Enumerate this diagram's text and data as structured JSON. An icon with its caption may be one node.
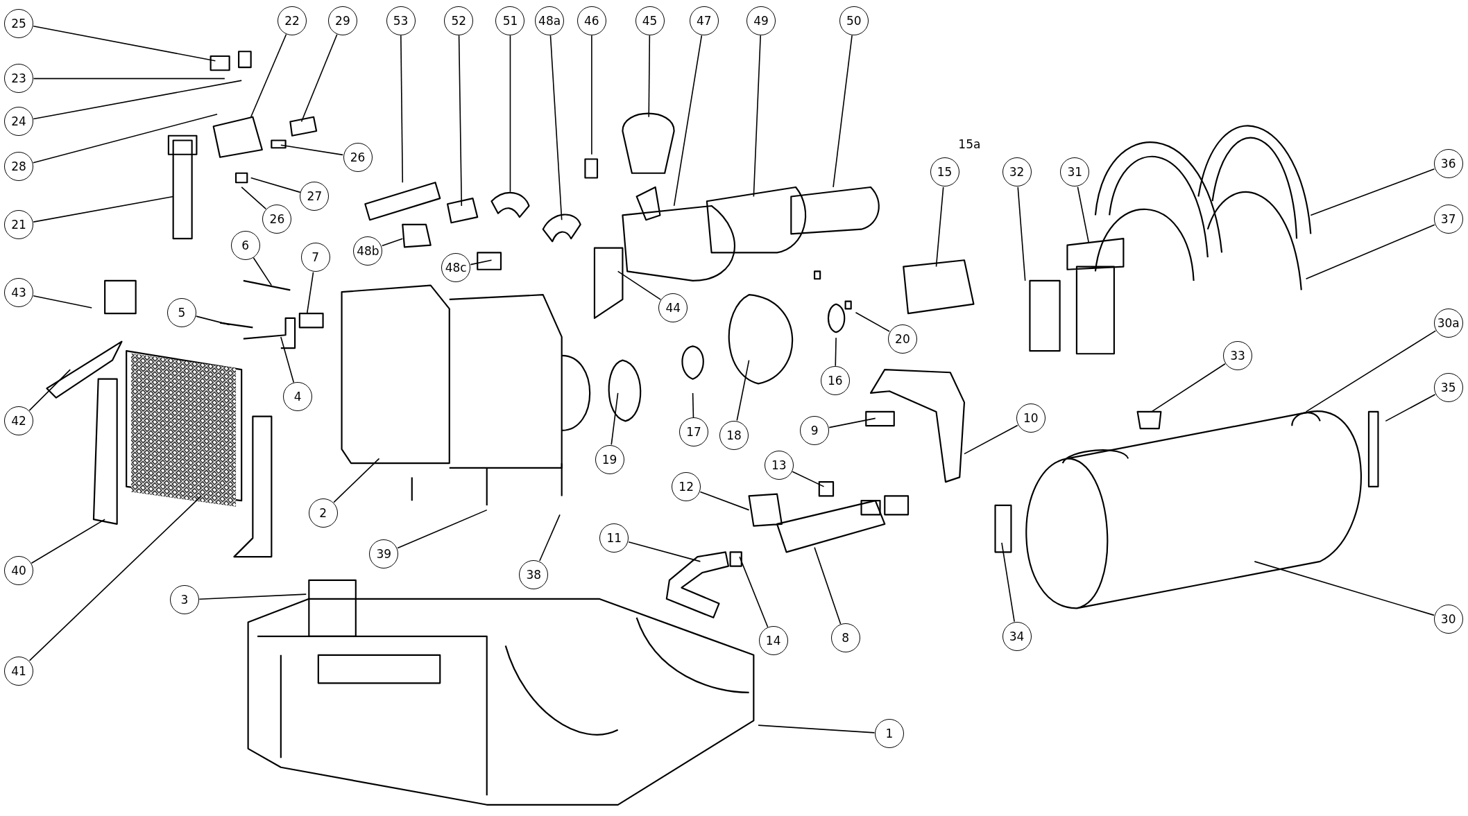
{
  "diagram": {
    "nodes": [
      {
        "text": [
          "25"
        ]
      },
      {
        "text": [
          "23"
        ]
      },
      {
        "text": [
          "24"
        ]
      },
      {
        "text": [
          "22"
        ]
      },
      {
        "text": [
          "29"
        ]
      },
      {
        "text": [
          "28"
        ]
      },
      {
        "text": [
          "26"
        ]
      },
      {
        "text": [
          "21"
        ]
      },
      {
        "text": [
          "27"
        ]
      },
      {
        "text": [
          "26"
        ]
      },
      {
        "text": [
          "43"
        ]
      },
      {
        "text": [
          "6"
        ]
      },
      {
        "text": [
          "5"
        ]
      },
      {
        "text": [
          "7"
        ]
      },
      {
        "text": [
          "4"
        ]
      },
      {
        "text": [
          "42"
        ]
      },
      {
        "text": [
          "40"
        ]
      },
      {
        "text": [
          "41"
        ]
      },
      {
        "text": [
          "2"
        ]
      },
      {
        "text": [
          "3"
        ]
      },
      {
        "text": [
          "39"
        ]
      },
      {
        "text": [
          "38"
        ]
      },
      {
        "text": [
          "1"
        ]
      },
      {
        "text": [
          "53"
        ]
      },
      {
        "text": [
          "52"
        ]
      },
      {
        "text": [
          "51"
        ]
      },
      {
        "text": [
          "48a"
        ]
      },
      {
        "text": [
          "46"
        ]
      },
      {
        "text": [
          "45"
        ]
      },
      {
        "text": [
          "47"
        ]
      },
      {
        "text": [
          "49"
        ]
      },
      {
        "text": [
          "50"
        ]
      },
      {
        "text": [
          "48b"
        ]
      },
      {
        "text": [
          "48c"
        ]
      },
      {
        "text": [
          "44"
        ]
      },
      {
        "text": [
          "19"
        ]
      },
      {
        "text": [
          "17"
        ]
      },
      {
        "text": [
          "18"
        ]
      },
      {
        "text": [
          "16"
        ]
      },
      {
        "text": [
          "20"
        ]
      },
      {
        "text": [
          "15"
        ]
      },
      {
        "text": [
          "9"
        ]
      },
      {
        "text": [
          "10"
        ]
      },
      {
        "text": [
          "13"
        ]
      },
      {
        "text": [
          "12"
        ]
      },
      {
        "text": [
          "11"
        ]
      },
      {
        "text": [
          "14"
        ]
      },
      {
        "text": [
          "8"
        ]
      },
      {
        "text": [
          "32"
        ]
      },
      {
        "text": [
          "31"
        ]
      },
      {
        "text": [
          "36"
        ]
      },
      {
        "text": [
          "37"
        ]
      },
      {
        "text": [
          "33"
        ]
      },
      {
        "text": [
          "30a"
        ]
      },
      {
        "text": [
          "35"
        ]
      },
      {
        "text": [
          "34"
        ]
      },
      {
        "text": [
          "30"
        ]
      }
    ],
    "edges": [
      {
        "from": 0,
        "to": null,
        "arrow": "none"
      },
      {
        "from": 1,
        "to": null,
        "arrow": "none"
      },
      {
        "from": 2,
        "to": null,
        "arrow": "none"
      },
      {
        "from": 3,
        "to": null,
        "arrow": "none"
      },
      {
        "from": 4,
        "to": null,
        "arrow": "none"
      },
      {
        "from": 5,
        "to": null,
        "arrow": "none"
      },
      {
        "from": 6,
        "to": null,
        "arrow": "none"
      },
      {
        "from": 7,
        "to": null,
        "arrow": "none"
      },
      {
        "from": 8,
        "to": null,
        "arrow": "none"
      },
      {
        "from": 9,
        "to": null,
        "arrow": "none"
      },
      {
        "from": 10,
        "to": null,
        "arrow": "none"
      },
      {
        "from": 11,
        "to": null,
        "arrow": "none"
      },
      {
        "from": 12,
        "to": null,
        "arrow": "none"
      },
      {
        "from": 13,
        "to": null,
        "arrow": "none"
      },
      {
        "from": 14,
        "to": null,
        "arrow": "none"
      },
      {
        "from": 15,
        "to": null,
        "arrow": "none"
      },
      {
        "from": 16,
        "to": null,
        "arrow": "none"
      },
      {
        "from": 17,
        "to": null,
        "arrow": "none"
      },
      {
        "from": 18,
        "to": null,
        "arrow": "none"
      },
      {
        "from": 19,
        "to": null,
        "arrow": "none"
      },
      {
        "from": 20,
        "to": null,
        "arrow": "none"
      },
      {
        "from": 21,
        "to": null,
        "arrow": "none"
      },
      {
        "from": 22,
        "to": null,
        "arrow": "none"
      },
      {
        "from": 23,
        "to": null,
        "arrow": "none"
      },
      {
        "from": 24,
        "to": null,
        "arrow": "none"
      },
      {
        "from": 25,
        "to": null,
        "arrow": "none"
      },
      {
        "from": 26,
        "to": null,
        "arrow": "none"
      },
      {
        "from": 27,
        "to": null,
        "arrow": "none"
      },
      {
        "from": 28,
        "to": null,
        "arrow": "none"
      },
      {
        "from": 29,
        "to": null,
        "arrow": "none"
      },
      {
        "from": 30,
        "to": null,
        "arrow": "none"
      },
      {
        "from": 31,
        "to": null,
        "arrow": "none"
      },
      {
        "from": 32,
        "to": null,
        "arrow": "none"
      },
      {
        "from": 33,
        "to": null,
        "arrow": "none"
      },
      {
        "from": 34,
        "to": null,
        "arrow": "none"
      },
      {
        "from": 35,
        "to": null,
        "arrow": "none"
      },
      {
        "from": 36,
        "to": null,
        "arrow": "none"
      },
      {
        "from": 37,
        "to": null,
        "arrow": "none"
      },
      {
        "from": 38,
        "to": null,
        "arrow": "none"
      },
      {
        "from": 39,
        "to": null,
        "arrow": "none"
      },
      {
        "from": 40,
        "to": null,
        "arrow": "none"
      },
      {
        "from": 41,
        "to": null,
        "arrow": "none"
      },
      {
        "from": 42,
        "to": null,
        "arrow": "none"
      },
      {
        "from": 43,
        "to": null,
        "arrow": "none"
      },
      {
        "from": 44,
        "to": null,
        "arrow": "none"
      },
      {
        "from": 45,
        "to": null,
        "arrow": "none"
      },
      {
        "from": 46,
        "to": null,
        "arrow": "none"
      },
      {
        "from": 47,
        "to": null,
        "arrow": "none"
      },
      {
        "from": 48,
        "to": null,
        "arrow": "none"
      },
      {
        "from": 49,
        "to": null,
        "arrow": "none"
      },
      {
        "from": 50,
        "to": null,
        "arrow": "none"
      },
      {
        "from": 51,
        "to": null,
        "arrow": "none"
      },
      {
        "from": 52,
        "to": null,
        "arrow": "none"
      },
      {
        "from": 53,
        "to": null,
        "arrow": "none"
      },
      {
        "from": 54,
        "to": null,
        "arrow": "none"
      },
      {
        "from": 55,
        "to": null,
        "arrow": "none"
      },
      {
        "from": 56,
        "to": null,
        "arrow": "none"
      }
    ],
    "labels": [
      "15a"
    ]
  }
}
